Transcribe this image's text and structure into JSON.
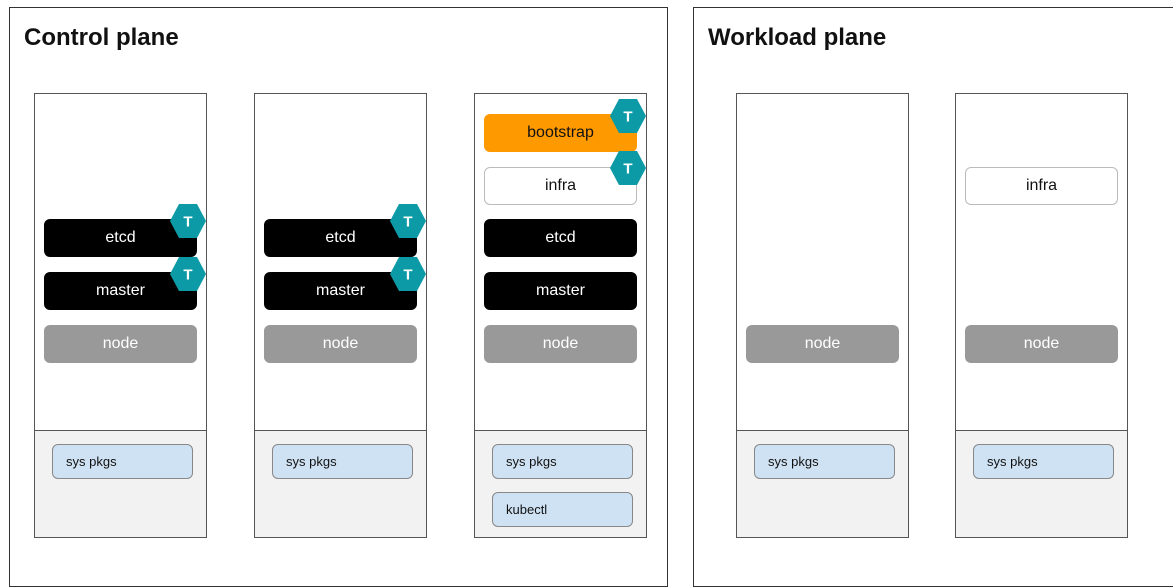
{
  "planes": {
    "control": {
      "title": "Control plane"
    },
    "workload": {
      "title": "Workload plane"
    }
  },
  "badge_letter": "T",
  "labels": {
    "etcd": "etcd",
    "master": "master",
    "node": "node",
    "bootstrap": "bootstrap",
    "infra": "infra",
    "sys_pkgs": "sys pkgs",
    "kubectl": "kubectl"
  },
  "colors": {
    "badge": "#0c9ba6",
    "bootstrap": "#ff9900",
    "package": "#cfe2f3",
    "node": "#999999",
    "dark_component": "#000000"
  }
}
